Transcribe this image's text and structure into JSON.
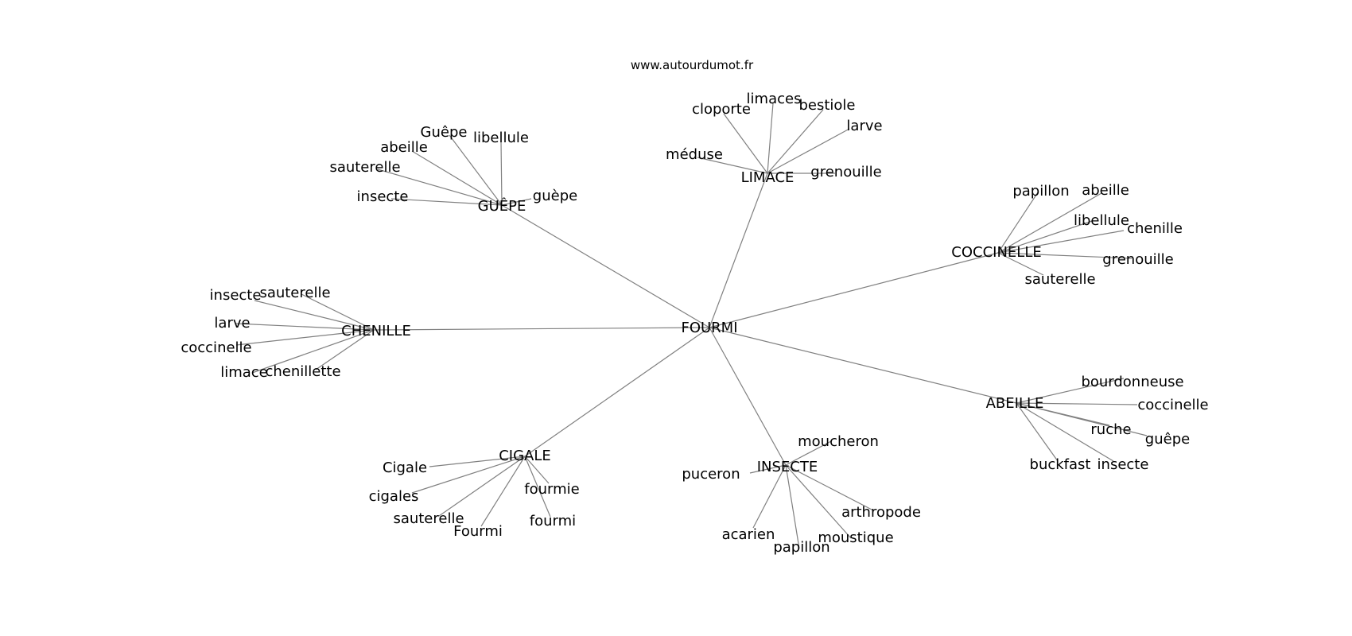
{
  "source": "www.autourdumot.fr",
  "center": "FOURMI",
  "edge_color": "#808080",
  "clusters": [
    {
      "label": "GUÊPE",
      "leaves": [
        "Guêpe",
        "libellule",
        "abeille",
        "sauterelle",
        "insecte",
        "guèpe"
      ]
    },
    {
      "label": "LIMACE",
      "leaves": [
        "limaces",
        "cloporte",
        "bestiole",
        "larve",
        "méduse",
        "grenouille"
      ]
    },
    {
      "label": "COCCINELLE",
      "leaves": [
        "papillon",
        "abeille",
        "libellule",
        "chenille",
        "grenouille",
        "sauterelle"
      ]
    },
    {
      "label": "CHENILLE",
      "leaves": [
        "insecte",
        "sauterelle",
        "larve",
        "coccinelle",
        "limace",
        "chenillette"
      ]
    },
    {
      "label": "ABEILLE",
      "leaves": [
        "bourdonneuse",
        "coccinelle",
        "ruche",
        "guêpe",
        "buckfast",
        "insecte"
      ]
    },
    {
      "label": "CIGALE",
      "leaves": [
        "Cigale",
        "cigales",
        "sauterelle",
        "Fourmi",
        "fourmie",
        "fourmi"
      ]
    },
    {
      "label": "INSECTE",
      "leaves": [
        "moucheron",
        "puceron",
        "arthropode",
        "acarien",
        "moustique",
        "papillon"
      ]
    }
  ]
}
